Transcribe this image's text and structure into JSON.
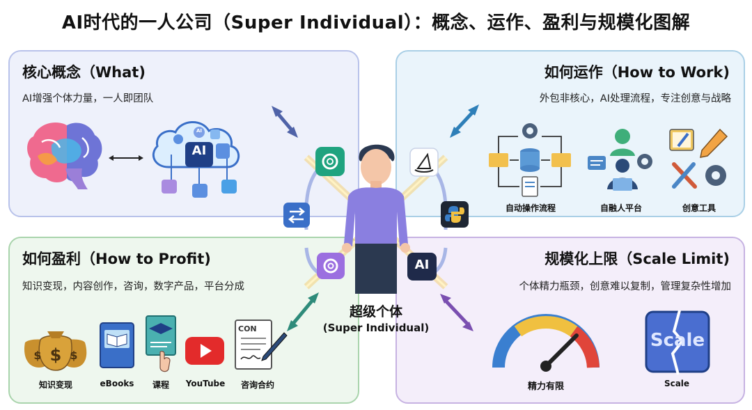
{
  "page_title": "AI时代的一人公司（Super Individual）：概念、运作、盈利与规模化图解",
  "center": {
    "label_cn": "超级个体",
    "label_en": "(Super Individual)",
    "bubble_ai": "AI"
  },
  "quadrants": {
    "what": {
      "title": "核心概念（What)",
      "subtitle": "AI增强个体力量，一人即团队",
      "cloud_label": "AI",
      "cloud_small": "AI"
    },
    "work": {
      "title": "如何运作（How to Work)",
      "subtitle": "外包非核心，AI处理流程，专注创意与战略",
      "captions": [
        "自动操作流程",
        "自融人平台",
        "创意工具"
      ]
    },
    "profit": {
      "title": "如何盈利（How to Profit)",
      "subtitle": "知识变现，内容创作，咨询，数字产品，平台分成",
      "captions": [
        "知识变现",
        "eBooks",
        "课程",
        "YouTube",
        "咨询合约"
      ],
      "doc_text": "CON"
    },
    "scale": {
      "title": "规模化上限（Scale Limit)",
      "subtitle": "个体精力瓶颈，创意难以复制，管理复杂性增加",
      "captions": [
        "精力有限",
        "Scale"
      ],
      "scale_word": "Scale"
    }
  },
  "colors": {
    "what_bg": "#eef1fb",
    "work_bg": "#eaf4fb",
    "profit_bg": "#eef7ee",
    "scale_bg": "#f4eefa",
    "arrow_blue": "#4f63a8",
    "arrow_teal": "#2e8b7a",
    "arrow_purple": "#7a4fb0",
    "glow": "#f4d27a"
  }
}
